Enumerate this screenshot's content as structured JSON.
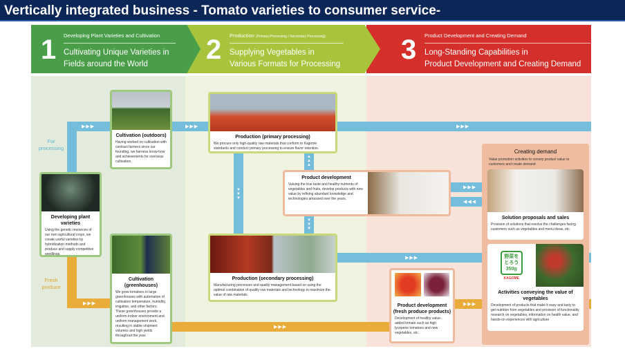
{
  "title": "Vertically integrated business - Tomato varieties to consumer service-",
  "stages": [
    {
      "num": "1",
      "sub": "Developing Plant Varieties and Cultivation",
      "main1": "Cultivating Unique Varieties in",
      "main2": "Fields around the World",
      "color": "#4a9e4a"
    },
    {
      "num": "2",
      "sub": "Production",
      "sub_small": "(Primary Processing / Secondary Processing)",
      "main1": "Supplying Vegetables in",
      "main2": "Various Formats for Processing",
      "color": "#a8c43d"
    },
    {
      "num": "3",
      "sub": "Product Development and Creating Demand",
      "main1": "Long-Standing Capabilities in",
      "main2": "Product Development and Creating Demand",
      "color": "#d42f2a"
    }
  ],
  "labels": {
    "for_processing": "For processing",
    "fresh_produce": "Fresh produce"
  },
  "cards": {
    "outdoors": {
      "title": "Cultivation (outdoors)",
      "text": "Having worked on cultivation with contract farmers since our founding, we harness know-how and achievements for overseas cultivation."
    },
    "varieties": {
      "title": "Developing plant varieties",
      "text": "Using the genetic resources of our own agricultural crops, we create useful varieties by hybridization methods and produce and supply competitive seedlings."
    },
    "greenhouses": {
      "title": "Cultivation (greenhouses)",
      "text": "We grow tomatoes in large greenhouses with automation of cultivation temperature, humidity, irrigation, and other factors. These greenhouses provide a uniform indoor environment and uniform management work, resulting in stable shipment volumes and high yields throughout the year."
    },
    "primary": {
      "title": "Production (primary processing)",
      "text": "We procure only high-quality raw materials that conform to Kagome standards and conduct primary processing to ensure flavor retention."
    },
    "product_dev": {
      "title": "Product development",
      "text": "Valuing the true taste and healthy nutrients of vegetables and fruits, develop products with new value by refining abundant knowledge and technologies amassed over the years."
    },
    "secondary": {
      "title": "Production (secondary processing)",
      "text": "Manufacturing processes and quality management based on using the optimal combination of quality raw materials and technology to maximize the value of raw materials"
    },
    "fresh_dev": {
      "title": "Product development (fresh produce products)",
      "text": "Development of healthy value-added tomato such as high lycopene tomatoes and new vegetables, etc."
    }
  },
  "demand": {
    "title": "Creating demand",
    "intro": "Value promotion activities to convey product value to customers and create demand",
    "solution": {
      "title": "Solution proposals and sales",
      "text": "Provision of solutions that resolve the challenges facing customers such as vegetables and menu ideas, etc."
    },
    "activities": {
      "title": "Activities conveying the value of vegetables",
      "text": "Development of products that make it easy and tasty to get nutrition from vegetables and provision of functionality research on vegetables, information on health value, and hands-on experiences with agriculture"
    },
    "logo_text": "野菜をとろう 350g",
    "brand": "KAGOME"
  },
  "arrow_right": "▶▶▶",
  "arrow_left": "◀◀◀",
  "arrow_up": "▲",
  "arrow_down": "▼"
}
